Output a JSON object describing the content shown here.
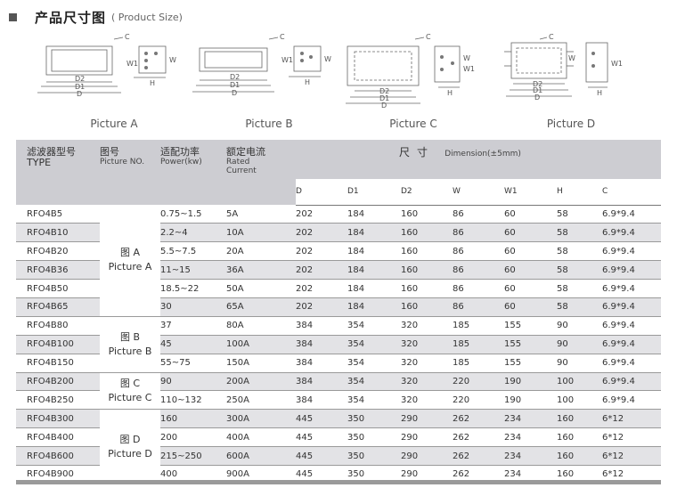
{
  "section": {
    "title": "产品尺寸图",
    "subtitle": "( Product Size)"
  },
  "pictures": [
    {
      "label": "Picture A",
      "dims": [
        "D2",
        "D1",
        "D"
      ],
      "side": [
        "C",
        "W1",
        "W",
        "H"
      ]
    },
    {
      "label": "Picture B",
      "dims": [
        "D2",
        "D1",
        "D"
      ],
      "side": [
        "C",
        "W1",
        "W",
        "H"
      ]
    },
    {
      "label": "Picture C",
      "dims": [
        "D2",
        "D1",
        "D"
      ],
      "side": [
        "C",
        "W",
        "W1",
        "H"
      ]
    },
    {
      "label": "Picture D",
      "dims": [
        "D2",
        "D1",
        "D"
      ],
      "side": [
        "C",
        "W",
        "W1",
        "H"
      ]
    }
  ],
  "table": {
    "headers": {
      "type_cn": "滤波器型号",
      "type_en": "TYPE",
      "pic_cn": "图号",
      "pic_en": "Picture NO.",
      "power_cn": "适配功率",
      "power_en": "Power(kw)",
      "current_cn": "额定电流",
      "current_en1": "Rated",
      "current_en2": "Current",
      "dim_cn": "尺寸",
      "dim_en": "Dimension(±5mm)",
      "cols": [
        "D",
        "D1",
        "D2",
        "W",
        "W1",
        "H",
        "C"
      ]
    },
    "groups": [
      {
        "cn": "图 A",
        "en": "Picture A"
      },
      {
        "cn": "图 B",
        "en": "Picture B"
      },
      {
        "cn": "图 C",
        "en": "Picture C"
      },
      {
        "cn": "图 D",
        "en": "Picture D"
      }
    ],
    "rows": [
      [
        "RFO4B5",
        "0.75~1.5",
        "5A",
        "202",
        "184",
        "160",
        "86",
        "60",
        "58",
        "6.9*9.4"
      ],
      [
        "RFO4B10",
        "2.2~4",
        "10A",
        "202",
        "184",
        "160",
        "86",
        "60",
        "58",
        "6.9*9.4"
      ],
      [
        "RFO4B20",
        "5.5~7.5",
        "20A",
        "202",
        "184",
        "160",
        "86",
        "60",
        "58",
        "6.9*9.4"
      ],
      [
        "RFO4B36",
        "11~15",
        "36A",
        "202",
        "184",
        "160",
        "86",
        "60",
        "58",
        "6.9*9.4"
      ],
      [
        "RFO4B50",
        "18.5~22",
        "50A",
        "202",
        "184",
        "160",
        "86",
        "60",
        "58",
        "6.9*9.4"
      ],
      [
        "RFO4B65",
        "30",
        "65A",
        "202",
        "184",
        "160",
        "86",
        "60",
        "58",
        "6.9*9.4"
      ],
      [
        "RFO4B80",
        "37",
        "80A",
        "384",
        "354",
        "320",
        "185",
        "155",
        "90",
        "6.9*9.4"
      ],
      [
        "RFO4B100",
        "45",
        "100A",
        "384",
        "354",
        "320",
        "185",
        "155",
        "90",
        "6.9*9.4"
      ],
      [
        "RFO4B150",
        "55~75",
        "150A",
        "384",
        "354",
        "320",
        "185",
        "155",
        "90",
        "6.9*9.4"
      ],
      [
        "RFO4B200",
        "90",
        "200A",
        "384",
        "354",
        "320",
        "220",
        "190",
        "100",
        "6.9*9.4"
      ],
      [
        "RFO4B250",
        "110~132",
        "250A",
        "384",
        "354",
        "320",
        "220",
        "190",
        "100",
        "6.9*9.4"
      ],
      [
        "RFO4B300",
        "160",
        "300A",
        "445",
        "350",
        "290",
        "262",
        "234",
        "160",
        "6*12"
      ],
      [
        "RFO4B400",
        "200",
        "400A",
        "445",
        "350",
        "290",
        "262",
        "234",
        "160",
        "6*12"
      ],
      [
        "RFO4B600",
        "215~250",
        "600A",
        "445",
        "350",
        "290",
        "262",
        "234",
        "160",
        "6*12"
      ],
      [
        "RFO4B900",
        "400",
        "900A",
        "445",
        "350",
        "290",
        "262",
        "234",
        "160",
        "6*12"
      ]
    ]
  }
}
